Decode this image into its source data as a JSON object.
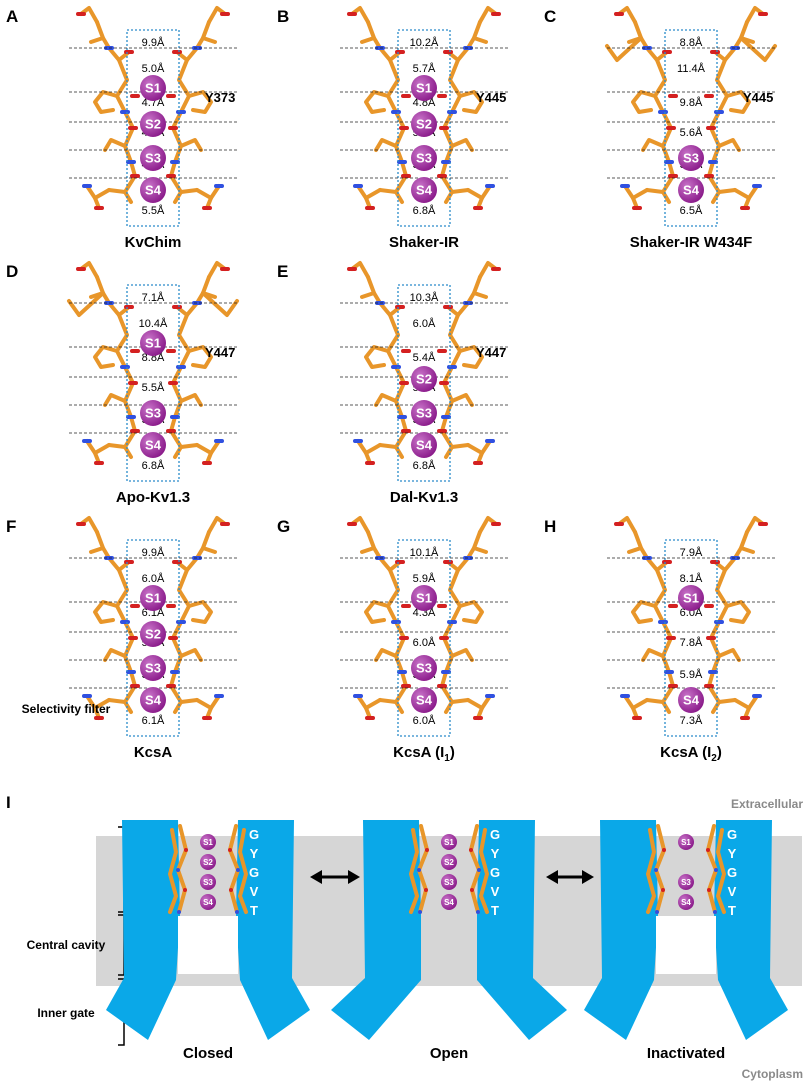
{
  "colors": {
    "ion": "#8a1a8a",
    "ion_highlight": "#c873c8",
    "carbon": "#e8962a",
    "oxygen": "#d42020",
    "nitrogen": "#3050e0",
    "filter_box": "#2a8bc9",
    "membrane": "#d6d6d6",
    "protein": "#0aa8e8"
  },
  "panels": [
    {
      "label": "A",
      "title": "KvChim",
      "residue": "Y373",
      "distances": [
        "9.9Å",
        "5.0Å",
        "4.7Å",
        "4.7Å",
        "4.7Å",
        "5.5Å"
      ],
      "ions": [
        "S1",
        "S2",
        "S3",
        "S4"
      ]
    },
    {
      "label": "B",
      "title": "Shaker-IR",
      "residue": "Y445",
      "distances": [
        "10.2Å",
        "5.7Å",
        "4.8Å",
        "5.0Å",
        "5.1Å",
        "6.8Å"
      ],
      "ions": [
        "S1",
        "S2",
        "S3",
        "S4"
      ]
    },
    {
      "label": "C",
      "title": "Shaker-IR W434F",
      "residue": "Y445",
      "distances": [
        "8.8Å",
        "11.4Å",
        "9.8Å",
        "5.6Å",
        "5.0Å",
        "6.5Å"
      ],
      "ions": [
        "S3",
        "S4"
      ]
    },
    {
      "label": "D",
      "title": "Apo-Kv1.3",
      "residue": "Y447",
      "distances": [
        "7.1Å",
        "10.4Å",
        "8.8Å",
        "5.5Å",
        "5.1Å",
        "6.8Å"
      ],
      "ions": [
        "S1",
        "S3",
        "S4"
      ]
    },
    {
      "label": "E",
      "title": "Dal-Kv1.3",
      "residue": "Y447",
      "distances": [
        "10.3Å",
        "6.0Å",
        "5.4Å",
        "5.0Å",
        "5.1Å",
        "6.8Å"
      ],
      "ions": [
        "S2",
        "S3",
        "S4"
      ]
    },
    {
      "label": "F",
      "title": "KcsA",
      "residue": "",
      "distances": [
        "9.9Å",
        "6.0Å",
        "6.1Å",
        "5.7Å",
        "5.5Å",
        "6.1Å"
      ],
      "ions": [
        "S1",
        "S2",
        "S3",
        "S4"
      ]
    },
    {
      "label": "G",
      "title": "KcsA (I",
      "title_sub": "1",
      "title_end": ")",
      "residue": "",
      "distances": [
        "10.1Å",
        "5.9Å",
        "4.3Å",
        "6.0Å",
        "5.4Å",
        "6.0Å"
      ],
      "ions": [
        "S1",
        "S3",
        "S4"
      ]
    },
    {
      "label": "H",
      "title": "KcsA (I",
      "title_sub": "2",
      "title_end": ")",
      "residue": "",
      "distances": [
        "7.9Å",
        "8.1Å",
        "6.0Å",
        "7.8Å",
        "5.9Å",
        "7.3Å"
      ],
      "ions": [
        "S1",
        "S4"
      ]
    }
  ],
  "schematic": {
    "label": "I",
    "regions": {
      "top": "Extracellular",
      "bottom": "Cytoplasm"
    },
    "side_labels": [
      "Selectivity filter",
      "Central cavity",
      "Inner gate"
    ],
    "sequence": [
      "G",
      "Y",
      "G",
      "V",
      "T"
    ],
    "states": [
      {
        "name": "Closed",
        "ions": [
          "S1",
          "S2",
          "S3",
          "S4"
        ]
      },
      {
        "name": "Open",
        "ions": [
          "S1",
          "S2",
          "S3",
          "S4"
        ]
      },
      {
        "name": "Inactivated",
        "ions": [
          "S1",
          "S3",
          "S4"
        ]
      }
    ]
  }
}
